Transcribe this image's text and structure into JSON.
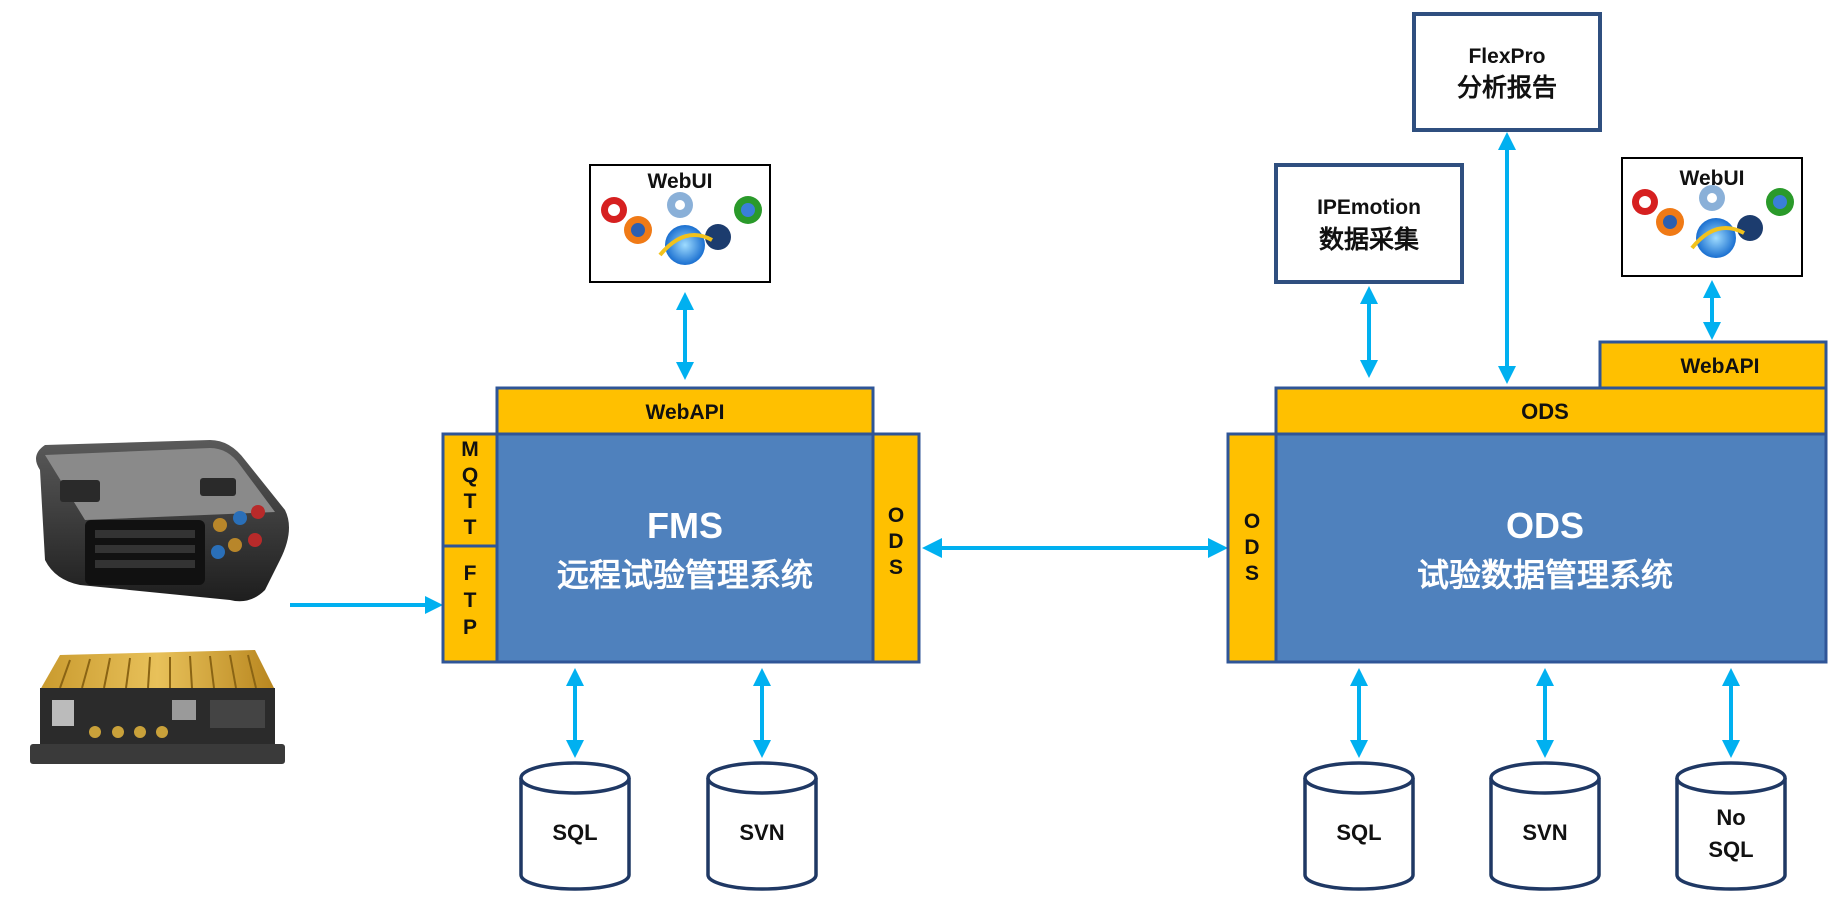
{
  "fms": {
    "title": "FMS",
    "subtitle": "远程试验管理系统",
    "webapi": "WebAPI",
    "ods_side": [
      "O",
      "D",
      "S"
    ],
    "mqtt": [
      "M",
      "Q",
      "T",
      "T"
    ],
    "ftp": [
      "F",
      "T",
      "P"
    ],
    "webui": "WebUI",
    "databases": [
      "SQL",
      "SVN"
    ]
  },
  "ods": {
    "title": "ODS",
    "subtitle": "试验数据管理系统",
    "top_bar": "ODS",
    "webapi": "WebAPI",
    "ods_side": [
      "O",
      "D",
      "S"
    ],
    "webui": "WebUI",
    "ipemotion": {
      "line1": "IPEmotion",
      "line2": "数据采集"
    },
    "flexpro": {
      "line1": "FlexPro",
      "line2": "分析报告"
    },
    "databases": [
      "SQL",
      "SVN"
    ],
    "nosql": {
      "line1": "No",
      "line2": "SQL"
    }
  },
  "colors": {
    "blue": "#4f81bd",
    "yellow": "#ffc000",
    "arrow": "#00b0f0",
    "border": "#2f5597"
  },
  "icons": [
    "logger-device-icon",
    "gateway-device-icon",
    "browser-icons"
  ]
}
